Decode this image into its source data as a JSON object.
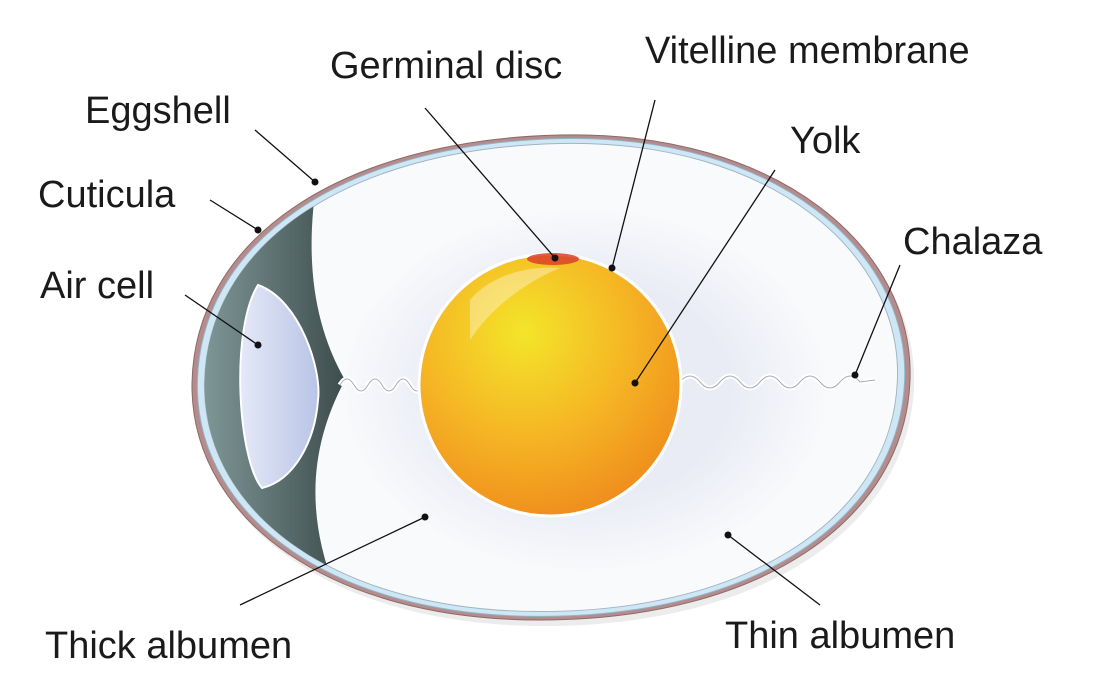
{
  "labels": {
    "germinal_disc": "Germinal disc",
    "vitelline_membrane": "Vitelline membrane",
    "yolk": "Yolk",
    "eggshell": "Eggshell",
    "cuticula": "Cuticula",
    "chalaza": "Chalaza",
    "air_cell": "Air cell",
    "thick_albumen": "Thick albumen",
    "thin_albumen": "Thin albumen"
  },
  "colors": {
    "shell": "#b58b8b",
    "membrane": "#cfe7f5",
    "air_cell": "#c9d3ee",
    "yolk_center": "#f3e52a",
    "yolk_edge": "#ef8a1c",
    "germinal_disc": "#d9402a"
  }
}
